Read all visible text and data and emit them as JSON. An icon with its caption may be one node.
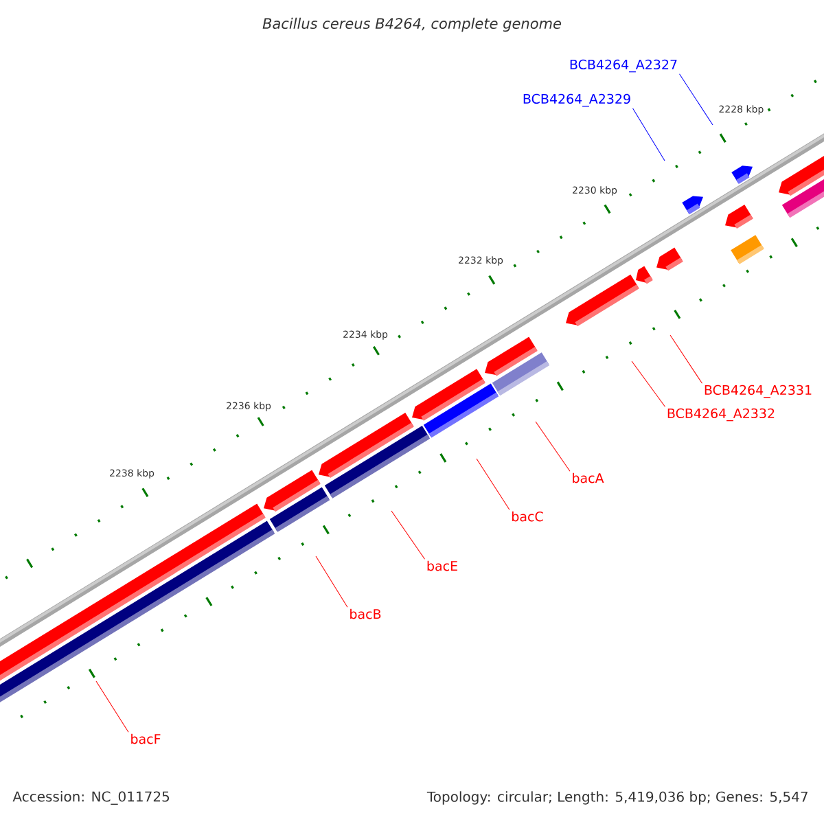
{
  "diagram": {
    "title": "Bacillus cereus B4264, complete genome",
    "nodes": [
      {
        "text": [
          "BCB4264_A2327"
        ]
      },
      {
        "text": [
          "BCB4264_A2329"
        ]
      },
      {
        "text": [
          "BCB4264_A2331"
        ]
      },
      {
        "text": [
          "BCB4264_A2332"
        ]
      },
      {
        "text": [
          "bacA"
        ]
      },
      {
        "text": [
          "bacC"
        ]
      },
      {
        "text": [
          "bacE"
        ]
      },
      {
        "text": [
          "bacB"
        ]
      },
      {
        "text": [
          "bacF"
        ]
      }
    ],
    "edges": [
      {
        "from": 0,
        "to": null,
        "arrow": "none",
        "color": "#0000ff"
      },
      {
        "from": 1,
        "to": null,
        "arrow": "none",
        "color": "#0000ff"
      },
      {
        "from": 2,
        "to": null,
        "arrow": "none"
      },
      {
        "from": 3,
        "to": null,
        "arrow": "none"
      },
      {
        "from": 4,
        "to": null,
        "arrow": "none"
      },
      {
        "from": 5,
        "to": null,
        "arrow": "none"
      },
      {
        "from": 6,
        "to": null,
        "arrow": "none"
      },
      {
        "from": 7,
        "to": null,
        "arrow": "none"
      },
      {
        "from": 8,
        "to": null,
        "arrow": "none"
      }
    ],
    "labels": [
      "2228 kbp",
      "2230 kbp",
      "2232 kbp",
      "2234 kbp",
      "2236 kbp",
      "2238 kbp",
      "Accession: NC_011725",
      "Topology: circular; Length: 5,419,036 bp; Genes: 5,547"
    ]
  }
}
